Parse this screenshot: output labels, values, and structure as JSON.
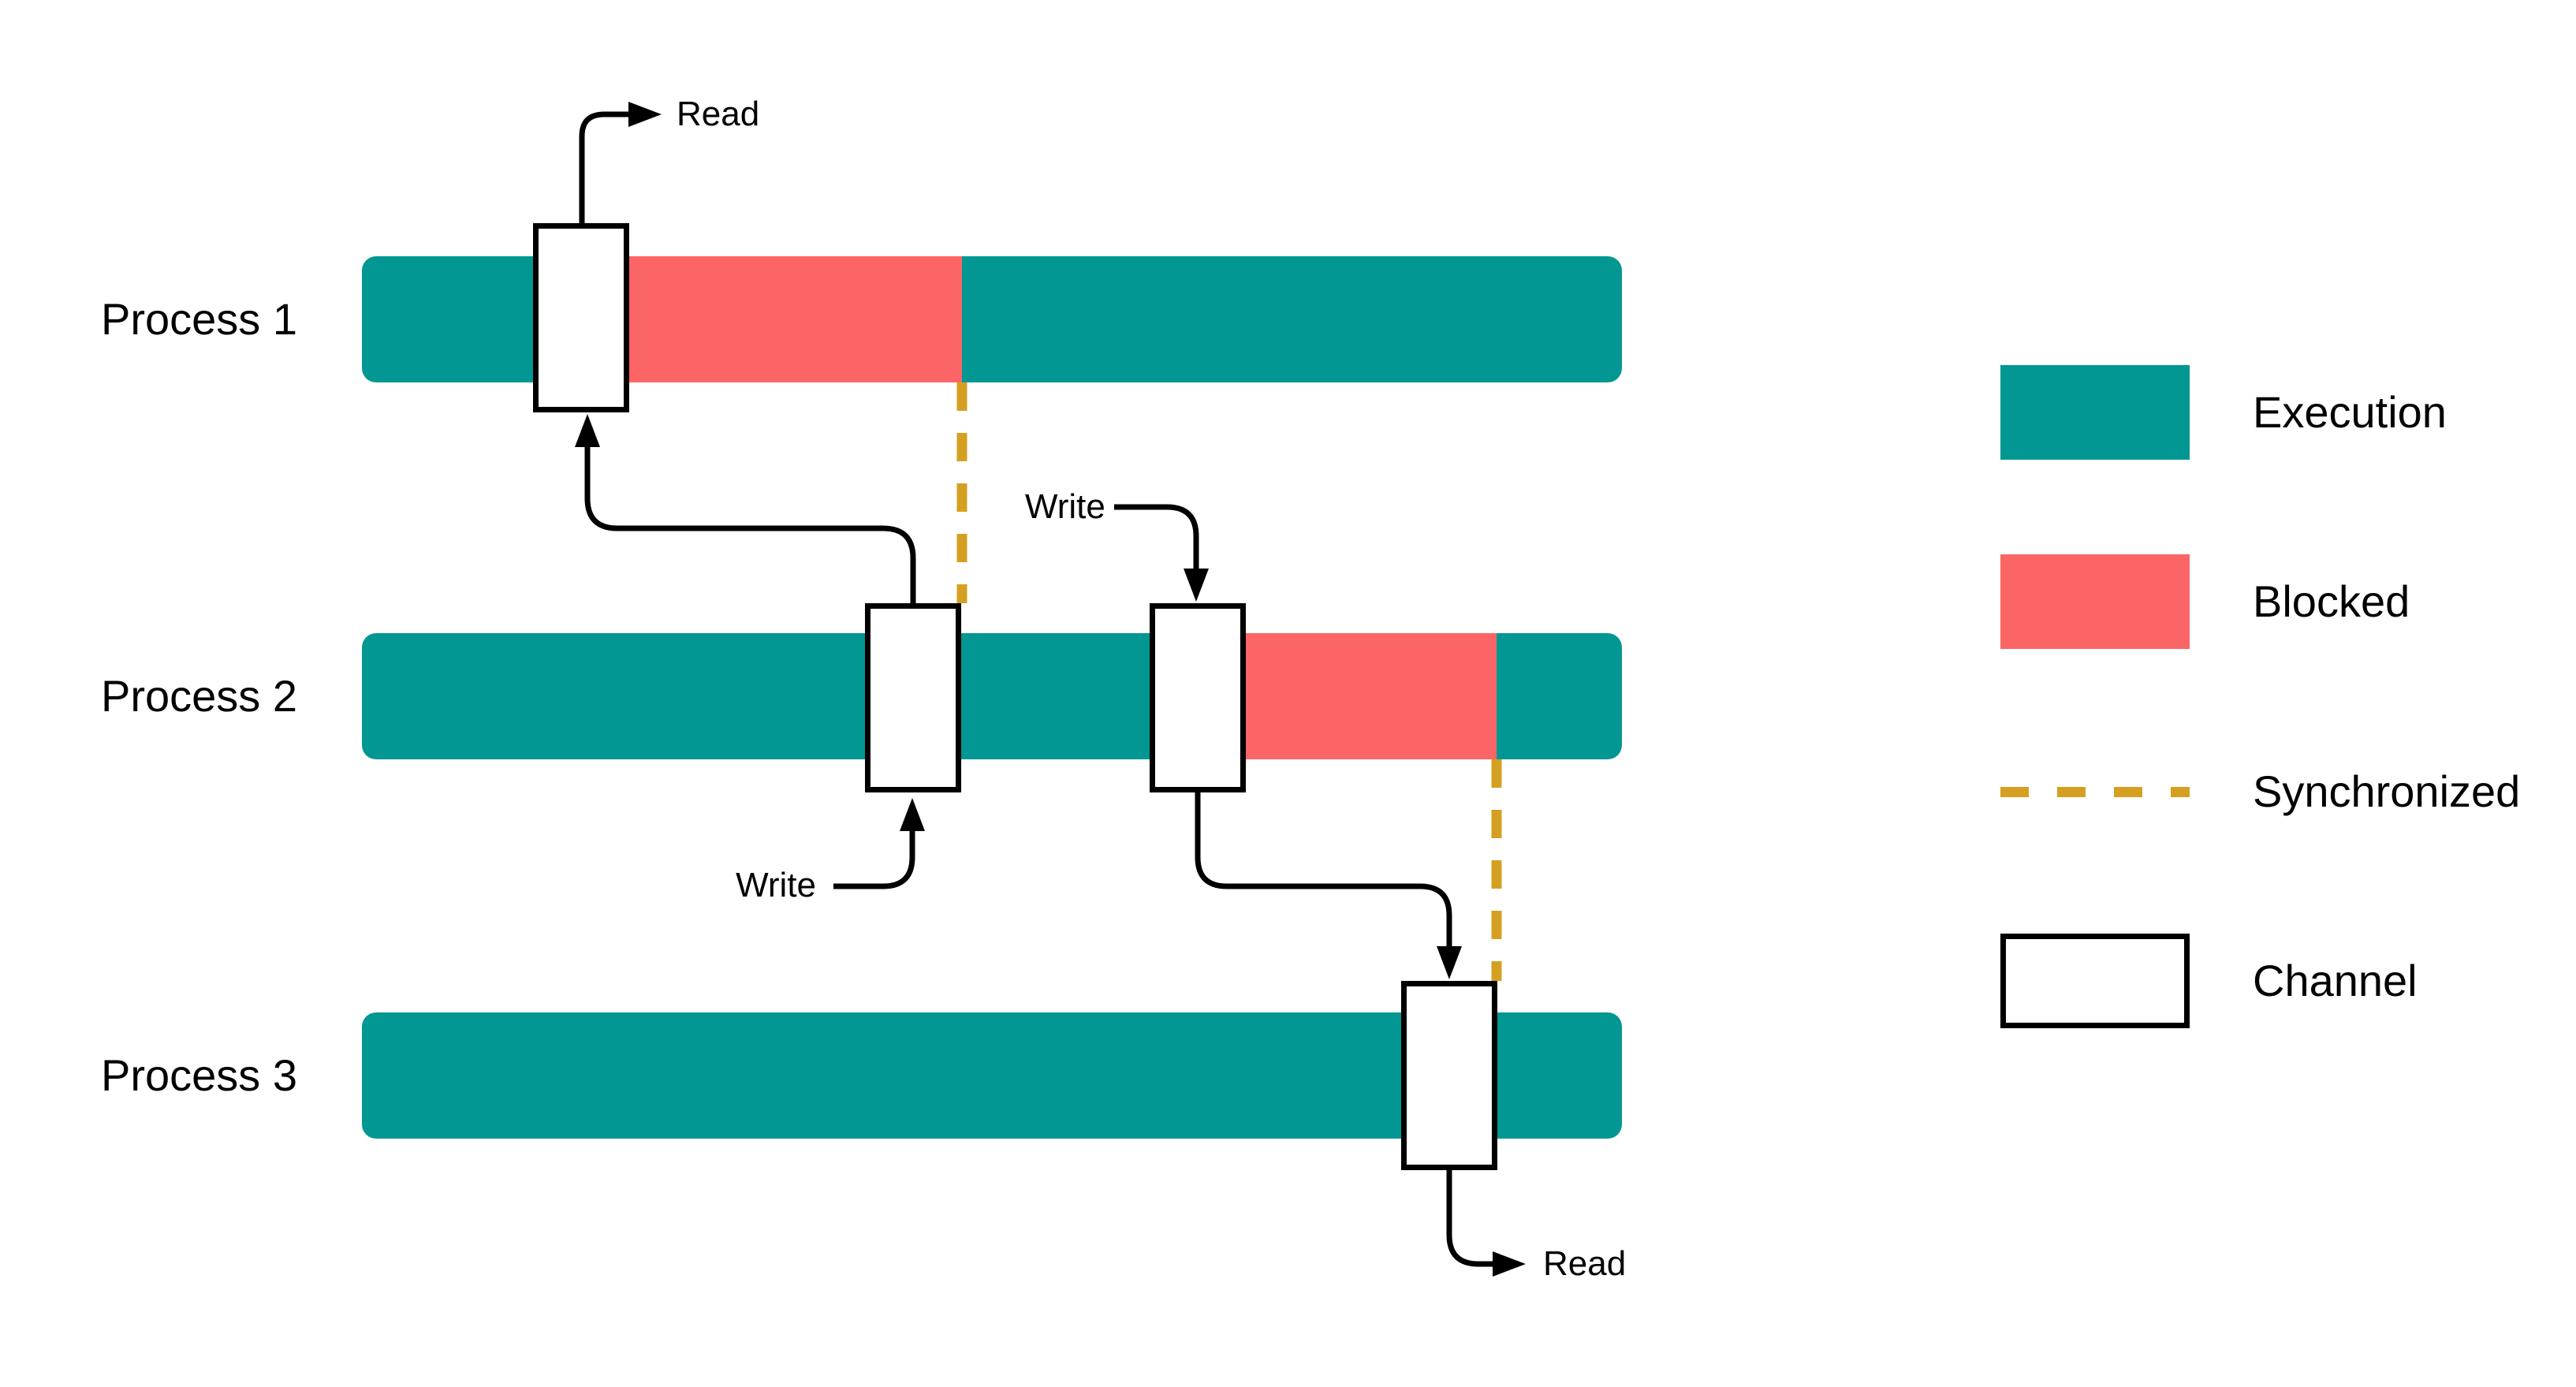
{
  "diagram": {
    "processes": [
      {
        "label": "Process 1"
      },
      {
        "label": "Process 2"
      },
      {
        "label": "Process 3"
      }
    ],
    "annotations": {
      "read_top": "Read",
      "write_bottom": "Write",
      "write_top": "Write",
      "read_bottom": "Read"
    }
  },
  "legend": {
    "items": [
      {
        "label": "Execution",
        "swatch": "execution-color-box"
      },
      {
        "label": "Blocked",
        "swatch": "blocked-color-box"
      },
      {
        "label": "Synchronized",
        "swatch": "dashed-line"
      },
      {
        "label": "Channel",
        "swatch": "outlined-box"
      }
    ]
  },
  "colors": {
    "execution": "#029792",
    "blocked": "#FC6565",
    "synchronized": "#D5A021",
    "line": "#000000",
    "channel_fill": "#FFFFFF",
    "background": "#FFFFFF",
    "text": "#000000"
  }
}
